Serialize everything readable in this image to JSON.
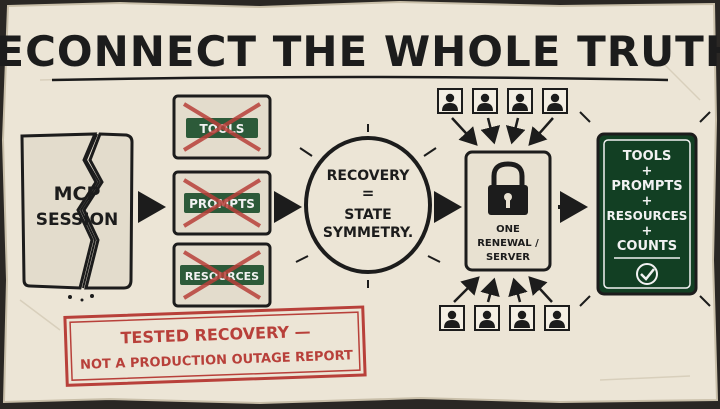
{
  "title": "RECONNECT THE WHOLE TRUTH.",
  "session": {
    "line1": "MCP",
    "line2": "SESSION"
  },
  "crossed_cards": [
    "TOOLS",
    "PROMPTS",
    "RESOURCES"
  ],
  "center": {
    "line1": "RECOVERY",
    "line2": "=",
    "line3": "STATE",
    "line4": "SYMMETRY."
  },
  "lock_box": {
    "line1": "ONE",
    "line2": "RENEWAL /",
    "line3": "SERVER"
  },
  "result": {
    "line1": "TOOLS",
    "plus1": "+",
    "line2": "PROMPTS",
    "plus2": "+",
    "line3": "RESOURCES",
    "plus3": "+",
    "line4": "COUNTS"
  },
  "stamp": {
    "line1": "TESTED RECOVERY —",
    "line2": "NOT A PRODUCTION OUTAGE REPORT"
  },
  "colors": {
    "paper": "#ece5d6",
    "ink": "#1c1c1c",
    "green": "#2c5a39",
    "red": "#b8403a",
    "dark_green": "#123f23"
  },
  "icons": [
    "broken-session-icon",
    "padlock-icon",
    "person-icon",
    "checkmark-icon",
    "arrow-icon"
  ]
}
